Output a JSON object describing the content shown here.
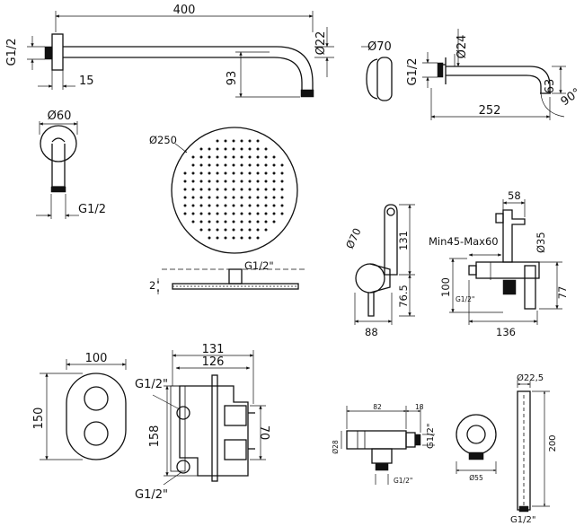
{
  "arm": {
    "length": "400",
    "tube_dia": "Ø22",
    "thread": "G1/2",
    "flange": "15",
    "drop": "93"
  },
  "spout": {
    "rose_dia": "Ø70",
    "tube_dia": "Ø24",
    "thread": "G1/2",
    "length": "252",
    "height": "63",
    "angle": "90°"
  },
  "elbow": {
    "dia": "Ø60",
    "thread": "G1/2"
  },
  "head": {
    "dia": "Ø250",
    "thread": "G1/2\"",
    "thickness": "2"
  },
  "bidet": {
    "rose_dia": "Ø70",
    "height_top": "131",
    "height_low": "76.5",
    "depth": "88"
  },
  "bidet_side": {
    "top_width": "58",
    "adjust": "Min45-Max60",
    "dia": "Ø35",
    "height_left": "100",
    "height_right": "77",
    "thread": "G1/2\"",
    "width": "136"
  },
  "plate": {
    "width": "100",
    "height": "150"
  },
  "valve": {
    "width_outer": "131",
    "width_inner": "126",
    "thread_top": "G1/2\"",
    "height": "158",
    "depth": "70",
    "thread_bottom": "G1/2\""
  },
  "angle_valve": {
    "length": "82",
    "offset": "18",
    "dia": "Ø28",
    "thread_out": "G1/2\"",
    "thread_in": "G1/2\""
  },
  "outlet": {
    "dia": "Ø55"
  },
  "bar": {
    "dia": "Ø22,5",
    "length": "200",
    "thread": "G1/2\""
  }
}
